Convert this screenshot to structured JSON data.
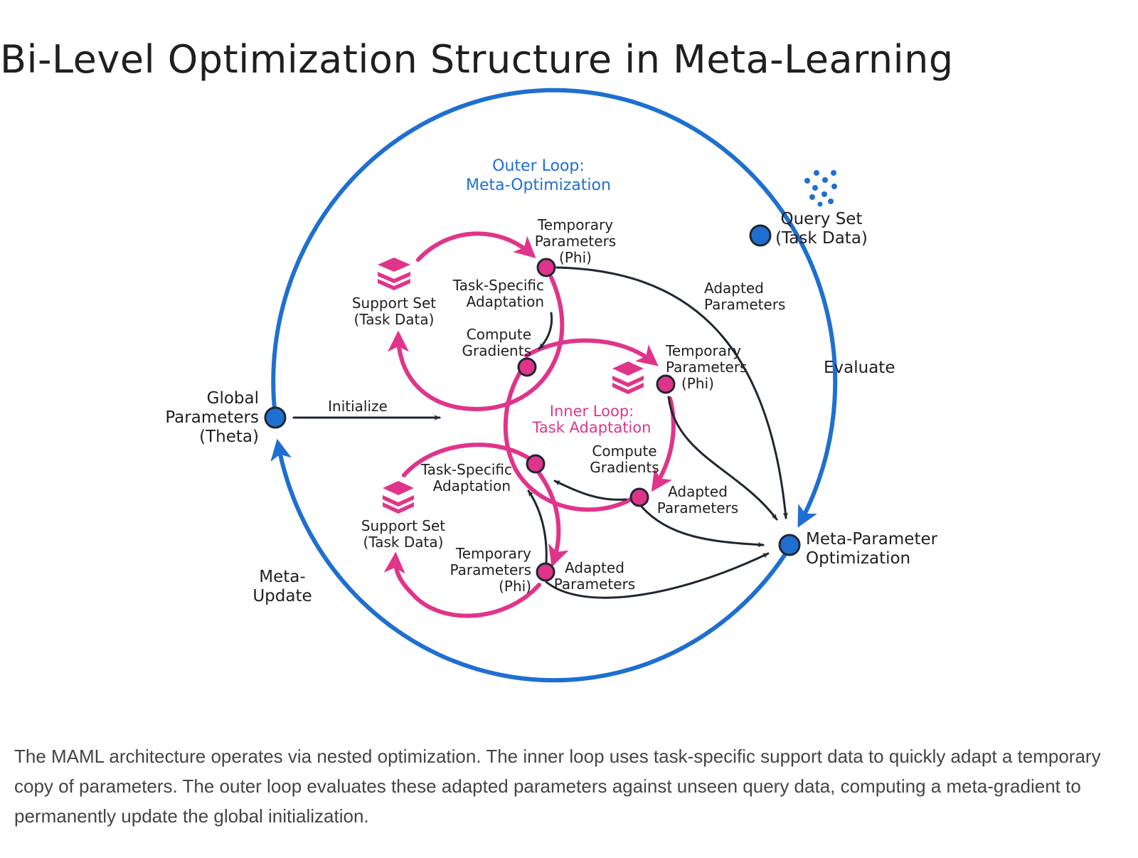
{
  "page": {
    "title": "Bi-Level Optimization Structure in Meta-Learning",
    "caption": "The MAML architecture operates via nested optimization. The inner loop uses task-specific support data to quickly adapt a temporary copy of parameters. The outer loop evaluates these adapted parameters against unseen query data, computing a meta-gradient to permanently update the global initialization."
  },
  "colors": {
    "outer": "#1f6fd1",
    "inner": "#e0348b",
    "arrow": "#1f2733"
  },
  "diagram": {
    "outer_loop": {
      "line1": "Outer Loop:",
      "line2": "Meta-Optimization"
    },
    "inner_loop": {
      "line1": "Inner Loop:",
      "line2": "Task Adaptation"
    },
    "global_params": {
      "line1": "Global",
      "line2": "Parameters",
      "line3": "(Theta)"
    },
    "initialize": "Initialize",
    "meta_update": {
      "line1": "Meta-",
      "line2": "Update"
    },
    "query_set": {
      "line1": "Query Set",
      "line2": "(Task Data)",
      "icon": "dot-cluster-icon"
    },
    "evaluate": "Evaluate",
    "adapted_top": {
      "line1": "Adapted",
      "line2": "Parameters"
    },
    "meta_param_opt": {
      "line1": "Meta-Parameter",
      "line2": "Optimization"
    },
    "task1": {
      "support": {
        "line1": "Support Set",
        "line2": "(Task Data)",
        "icon": "layers-stack-icon"
      },
      "temp": {
        "line1": "Temporary",
        "line2": "Parameters",
        "line3": "(Phi)"
      },
      "adapt": {
        "line1": "Task-Specific",
        "line2": "Adaptation"
      },
      "grads": {
        "line1": "Compute",
        "line2": "Gradients"
      }
    },
    "task2": {
      "temp": {
        "line1": "Temporary",
        "line2": "Parameters",
        "line3": "(Phi)"
      },
      "grads": {
        "line1": "Compute",
        "line2": "Gradients"
      },
      "adapted": {
        "line1": "Adapted",
        "line2": "Parameters"
      },
      "icon": "layers-stack-icon"
    },
    "task3": {
      "support": {
        "line1": "Support Set",
        "line2": "(Task Data)",
        "icon": "layers-stack-icon"
      },
      "adapt": {
        "line1": "Task-Specific",
        "line2": "Adaptation"
      },
      "temp": {
        "line1": "Temporary",
        "line2": "Parameters",
        "line3": "(Phi)"
      },
      "adapted": {
        "line1": "Adapted",
        "line2": "Parameters"
      }
    }
  }
}
